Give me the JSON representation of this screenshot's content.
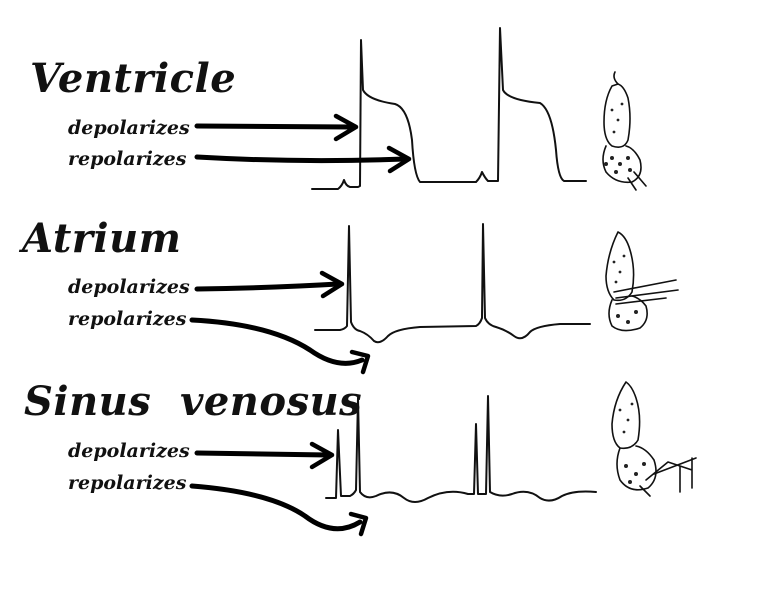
{
  "sections": [
    {
      "title": "Ventricle",
      "depolarizes": "depolarizes",
      "repolarizes": "repolarizes"
    },
    {
      "title": "Atrium",
      "depolarizes": "depolarizes",
      "repolarizes": "repolarizes"
    },
    {
      "title": "Sinus  venosus",
      "depolarizes": "depolarizes",
      "repolarizes": "repolarizes"
    }
  ]
}
